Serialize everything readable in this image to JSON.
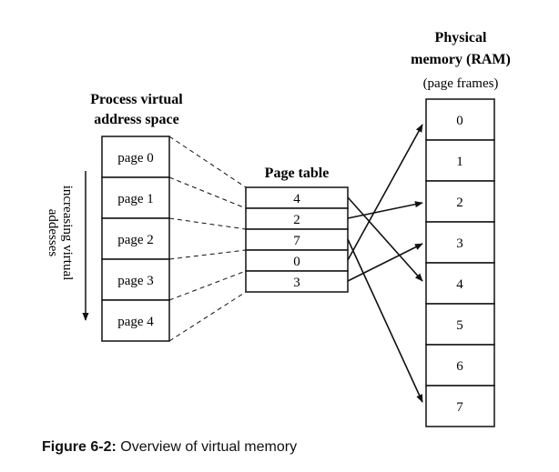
{
  "process_space": {
    "title_line1": "Process virtual",
    "title_line2": "address space",
    "pages": [
      "page 0",
      "page 1",
      "page 2",
      "page 3",
      "page 4"
    ],
    "axis_label_line1": "increasing virtual",
    "axis_label_line2": "addesses"
  },
  "page_table": {
    "title": "Page table",
    "entries": [
      "4",
      "2",
      "7",
      "0",
      "3"
    ]
  },
  "physical_memory": {
    "title_line1": "Physical",
    "title_line2": "memory (RAM)",
    "subtitle": "(page frames)",
    "frames": [
      "0",
      "1",
      "2",
      "3",
      "4",
      "5",
      "6",
      "7"
    ]
  },
  "caption": {
    "label": "Figure 6-2:",
    "text": " Overview of virtual memory"
  }
}
